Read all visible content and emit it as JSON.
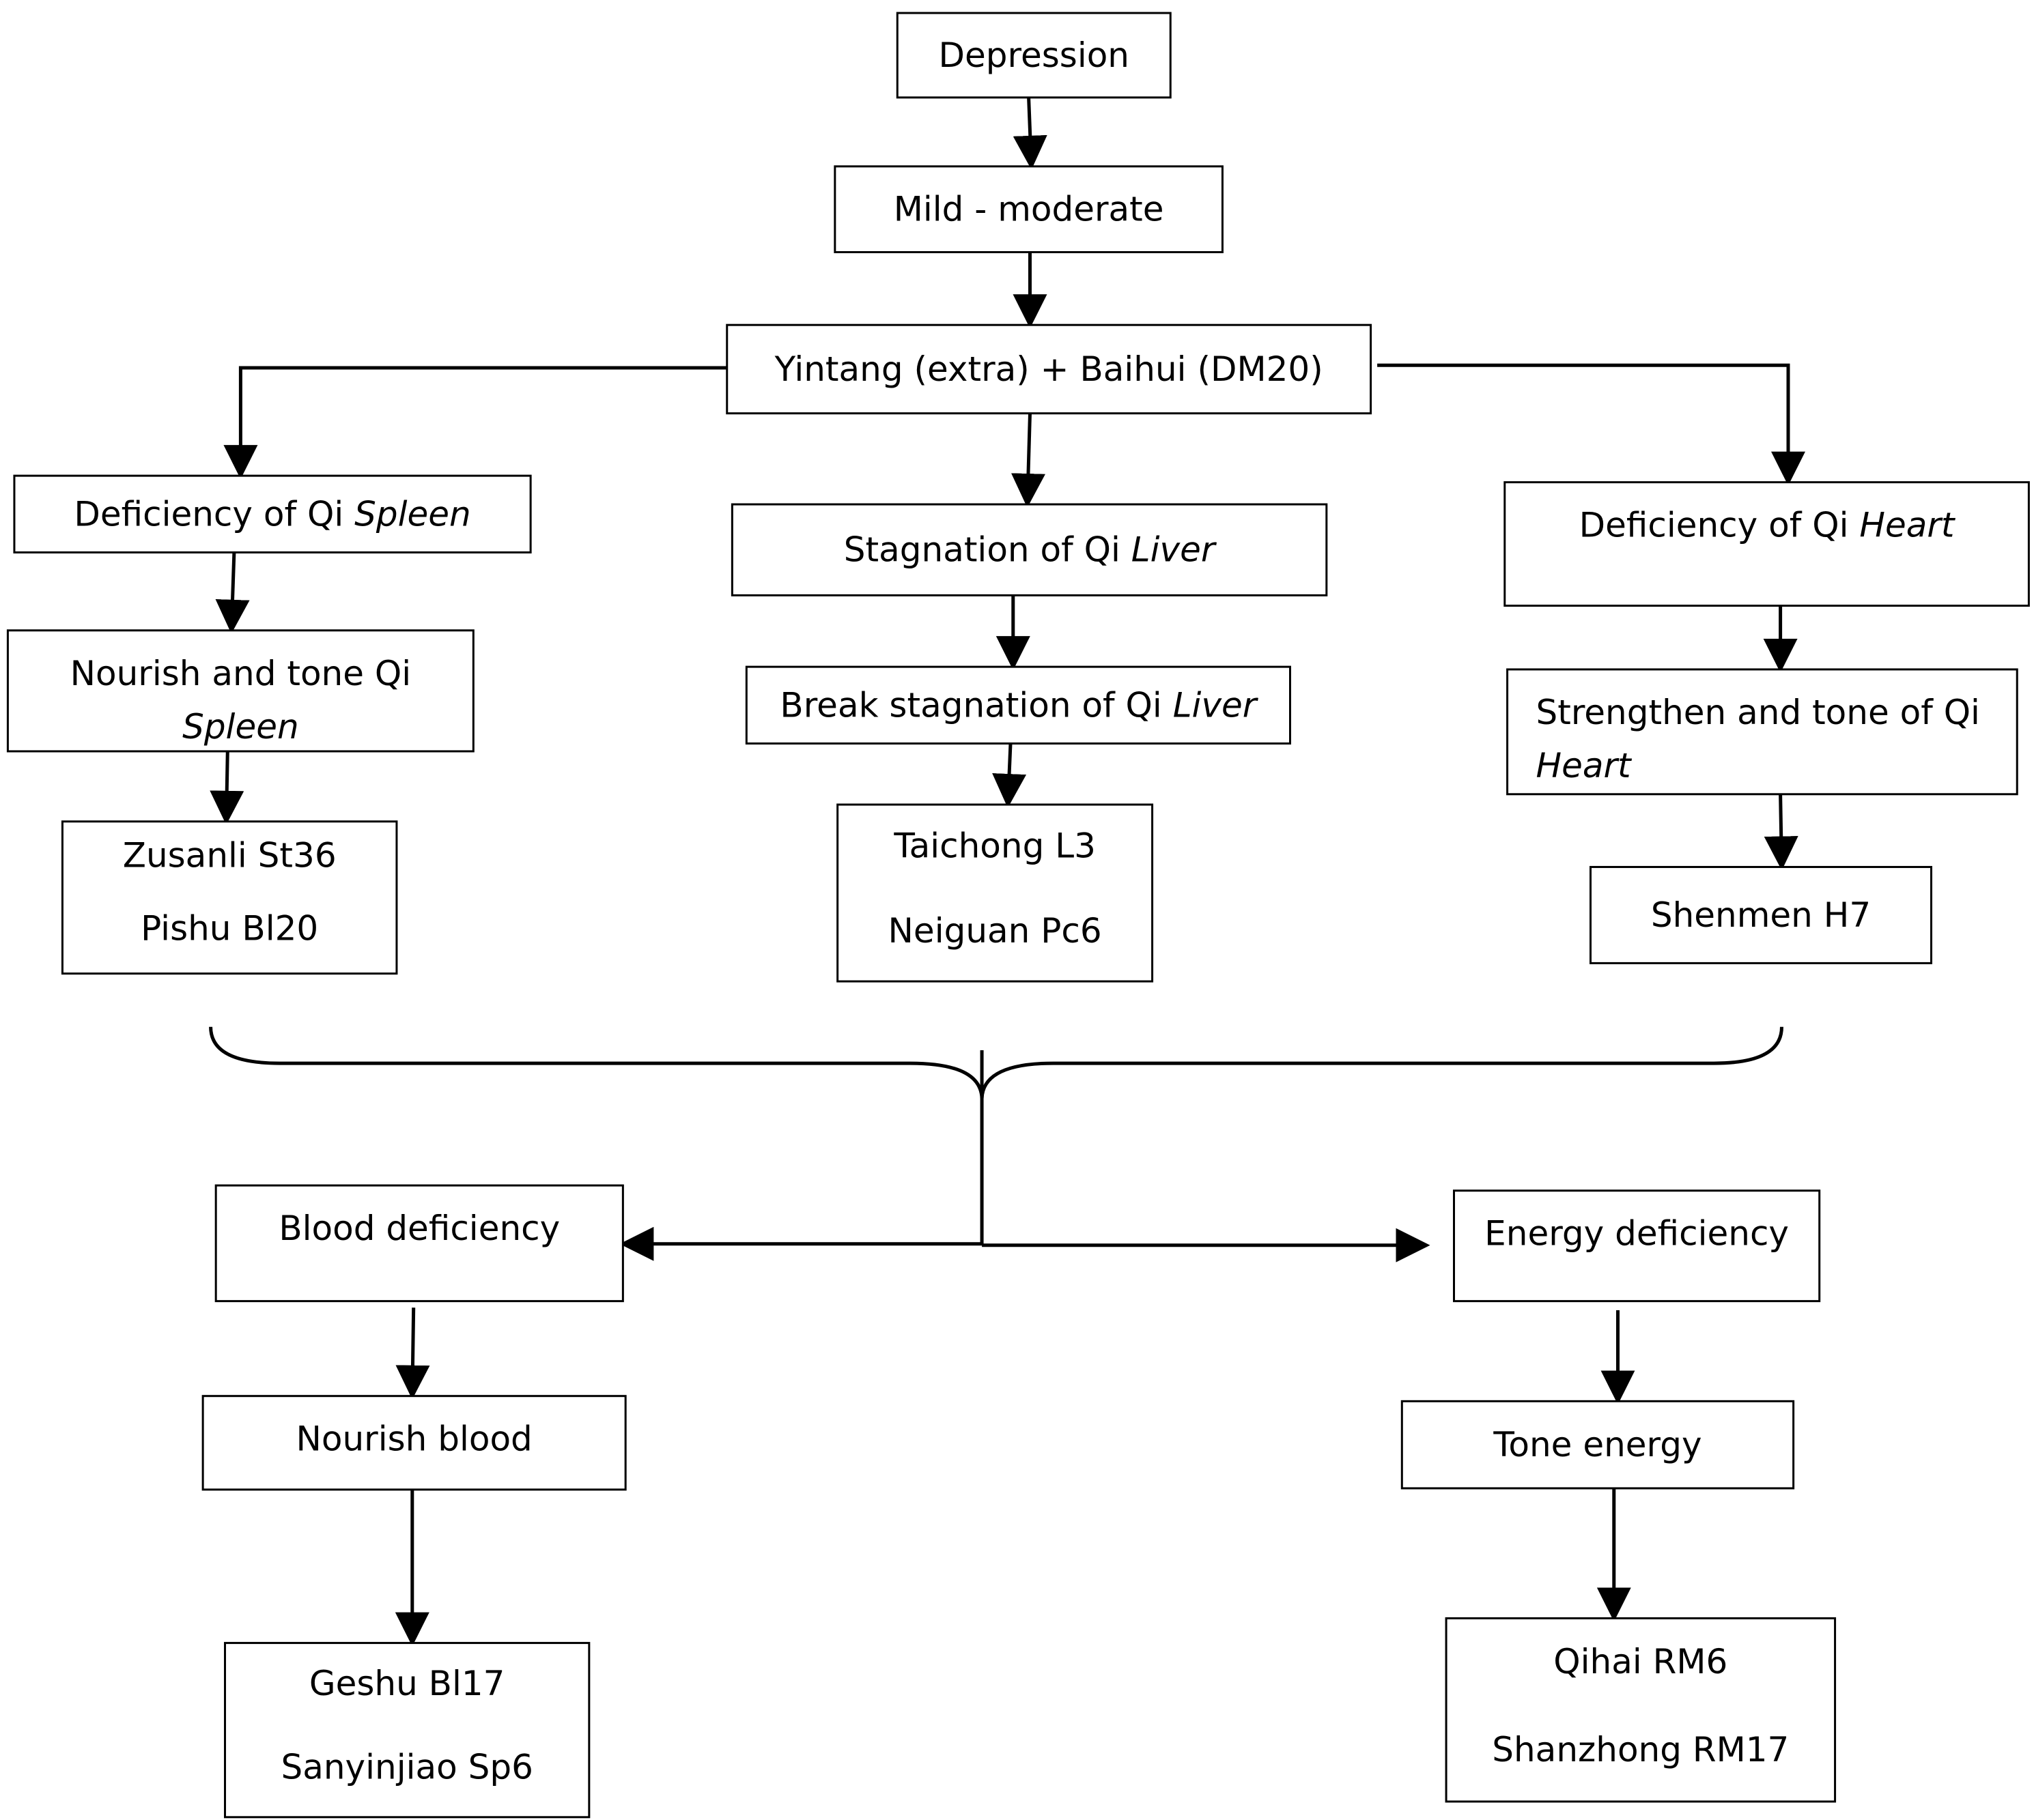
{
  "nodes": {
    "depression": {
      "lines": [
        [
          {
            "text": "Depression"
          }
        ]
      ]
    },
    "mild_moderate": {
      "lines": [
        [
          {
            "text": "Mild - moderate"
          }
        ]
      ]
    },
    "yintang_baihui": {
      "lines": [
        [
          {
            "text": "Yintang (extra) + Baihui (DM20)"
          }
        ]
      ]
    },
    "spleen_deficiency": {
      "lines": [
        [
          {
            "text": "Deficiency of Qi "
          },
          {
            "text": "Spleen",
            "italic": true
          }
        ]
      ]
    },
    "liver_stagnation": {
      "lines": [
        [
          {
            "text": "Stagnation of Qi "
          },
          {
            "text": "Liver",
            "italic": true
          }
        ]
      ]
    },
    "heart_deficiency": {
      "lines": [
        [
          {
            "text": "Deficiency of Qi "
          },
          {
            "text": "Heart",
            "italic": true
          }
        ]
      ]
    },
    "nourish_spleen": {
      "lines": [
        [
          {
            "text": "Nourish and tone Qi"
          }
        ],
        [
          {
            "text": "Spleen",
            "italic": true
          }
        ]
      ]
    },
    "break_liver": {
      "lines": [
        [
          {
            "text": "Break stagnation of Qi "
          },
          {
            "text": "Liver",
            "italic": true
          }
        ]
      ]
    },
    "strengthen_heart": {
      "lines": [
        [
          {
            "text": "Strengthen and tone of Qi"
          }
        ],
        [
          {
            "text": "Heart",
            "italic": true
          }
        ]
      ]
    },
    "zusanli_pishu": {
      "lines": [
        [
          {
            "text": "Zusanli St36"
          }
        ],
        [
          {
            "text": "Pishu Bl20"
          }
        ]
      ]
    },
    "taichong_neiguan": {
      "lines": [
        [
          {
            "text": "Taichong L3"
          }
        ],
        [
          {
            "text": "Neiguan Pc6"
          }
        ]
      ]
    },
    "shenmen": {
      "lines": [
        [
          {
            "text": "Shenmen H7"
          }
        ]
      ]
    },
    "blood_deficiency": {
      "lines": [
        [
          {
            "text": "Blood deficiency"
          }
        ]
      ]
    },
    "energy_deficiency": {
      "lines": [
        [
          {
            "text": "Energy deficiency"
          }
        ]
      ]
    },
    "nourish_blood": {
      "lines": [
        [
          {
            "text": "Nourish blood"
          }
        ]
      ]
    },
    "tone_energy": {
      "lines": [
        [
          {
            "text": "Tone energy"
          }
        ]
      ]
    },
    "geshu_sanyinjiao": {
      "lines": [
        [
          {
            "text": "Geshu Bl17"
          }
        ],
        [
          {
            "text": "Sanyinjiao Sp6"
          }
        ]
      ]
    },
    "qihai_shanzhong": {
      "lines": [
        [
          {
            "text": "Qihai RM6"
          }
        ],
        [
          {
            "text": "Shanzhong RM17"
          }
        ]
      ]
    }
  },
  "edges": [
    [
      "depression",
      "mild_moderate"
    ],
    [
      "mild_moderate",
      "yintang_baihui"
    ],
    [
      "yintang_baihui",
      "spleen_deficiency"
    ],
    [
      "yintang_baihui",
      "liver_stagnation"
    ],
    [
      "yintang_baihui",
      "heart_deficiency"
    ],
    [
      "spleen_deficiency",
      "nourish_spleen"
    ],
    [
      "nourish_spleen",
      "zusanli_pishu"
    ],
    [
      "liver_stagnation",
      "break_liver"
    ],
    [
      "break_liver",
      "taichong_neiguan"
    ],
    [
      "heart_deficiency",
      "strengthen_heart"
    ],
    [
      "strengthen_heart",
      "shenmen"
    ],
    [
      "brace",
      "blood_deficiency"
    ],
    [
      "brace",
      "energy_deficiency"
    ],
    [
      "blood_deficiency",
      "nourish_blood"
    ],
    [
      "nourish_blood",
      "geshu_sanyinjiao"
    ],
    [
      "energy_deficiency",
      "tone_energy"
    ],
    [
      "tone_energy",
      "qihai_shanzhong"
    ]
  ]
}
